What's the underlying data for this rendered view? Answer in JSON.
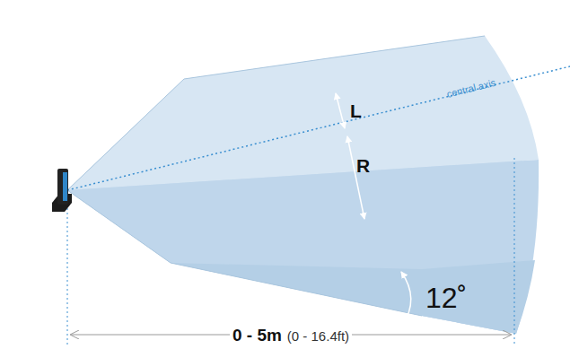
{
  "diagram": {
    "labels": [
      "central axis",
      "L",
      "R",
      "12˚",
      "0 - 5m",
      "(0 - 16.4ft)"
    ]
  }
}
